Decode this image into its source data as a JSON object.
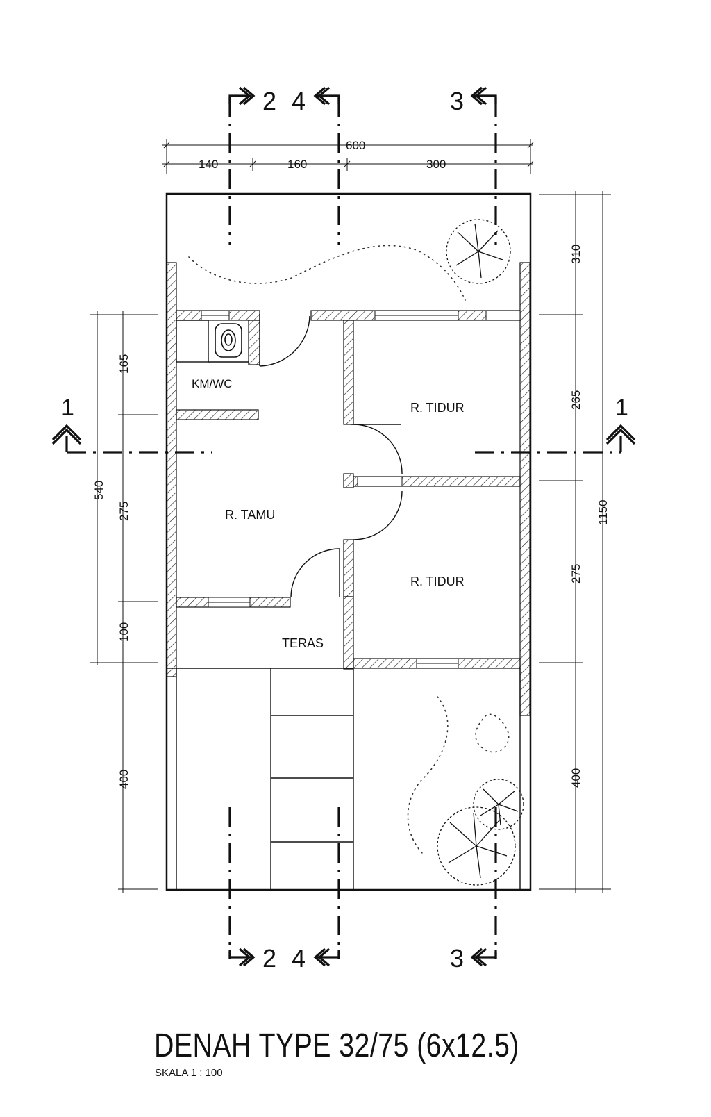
{
  "plan": {
    "title": "DENAH TYPE 32/75 (6x12.5)",
    "scale": "SKALA 1 : 100",
    "rooms": {
      "kmwc": "KM/WC",
      "tidur_1": "R. TIDUR",
      "tidur_2": "R. TIDUR",
      "tamu": "R. TAMU",
      "teras": "TERAS"
    },
    "dims": {
      "top_total": "600",
      "top_a": "140",
      "top_b": "160",
      "top_c": "300",
      "right_a": "310",
      "right_b": "265",
      "right_c": "275",
      "right_d": "400",
      "right_total": "1150",
      "left_total": "540",
      "left_a": "165",
      "left_b": "275",
      "left_c": "100",
      "left_d": "400"
    },
    "sections": {
      "s1": "1",
      "s2": "2",
      "s3": "3",
      "s4": "4"
    },
    "colors": {
      "ink": "#111111",
      "background": "#ffffff"
    }
  }
}
